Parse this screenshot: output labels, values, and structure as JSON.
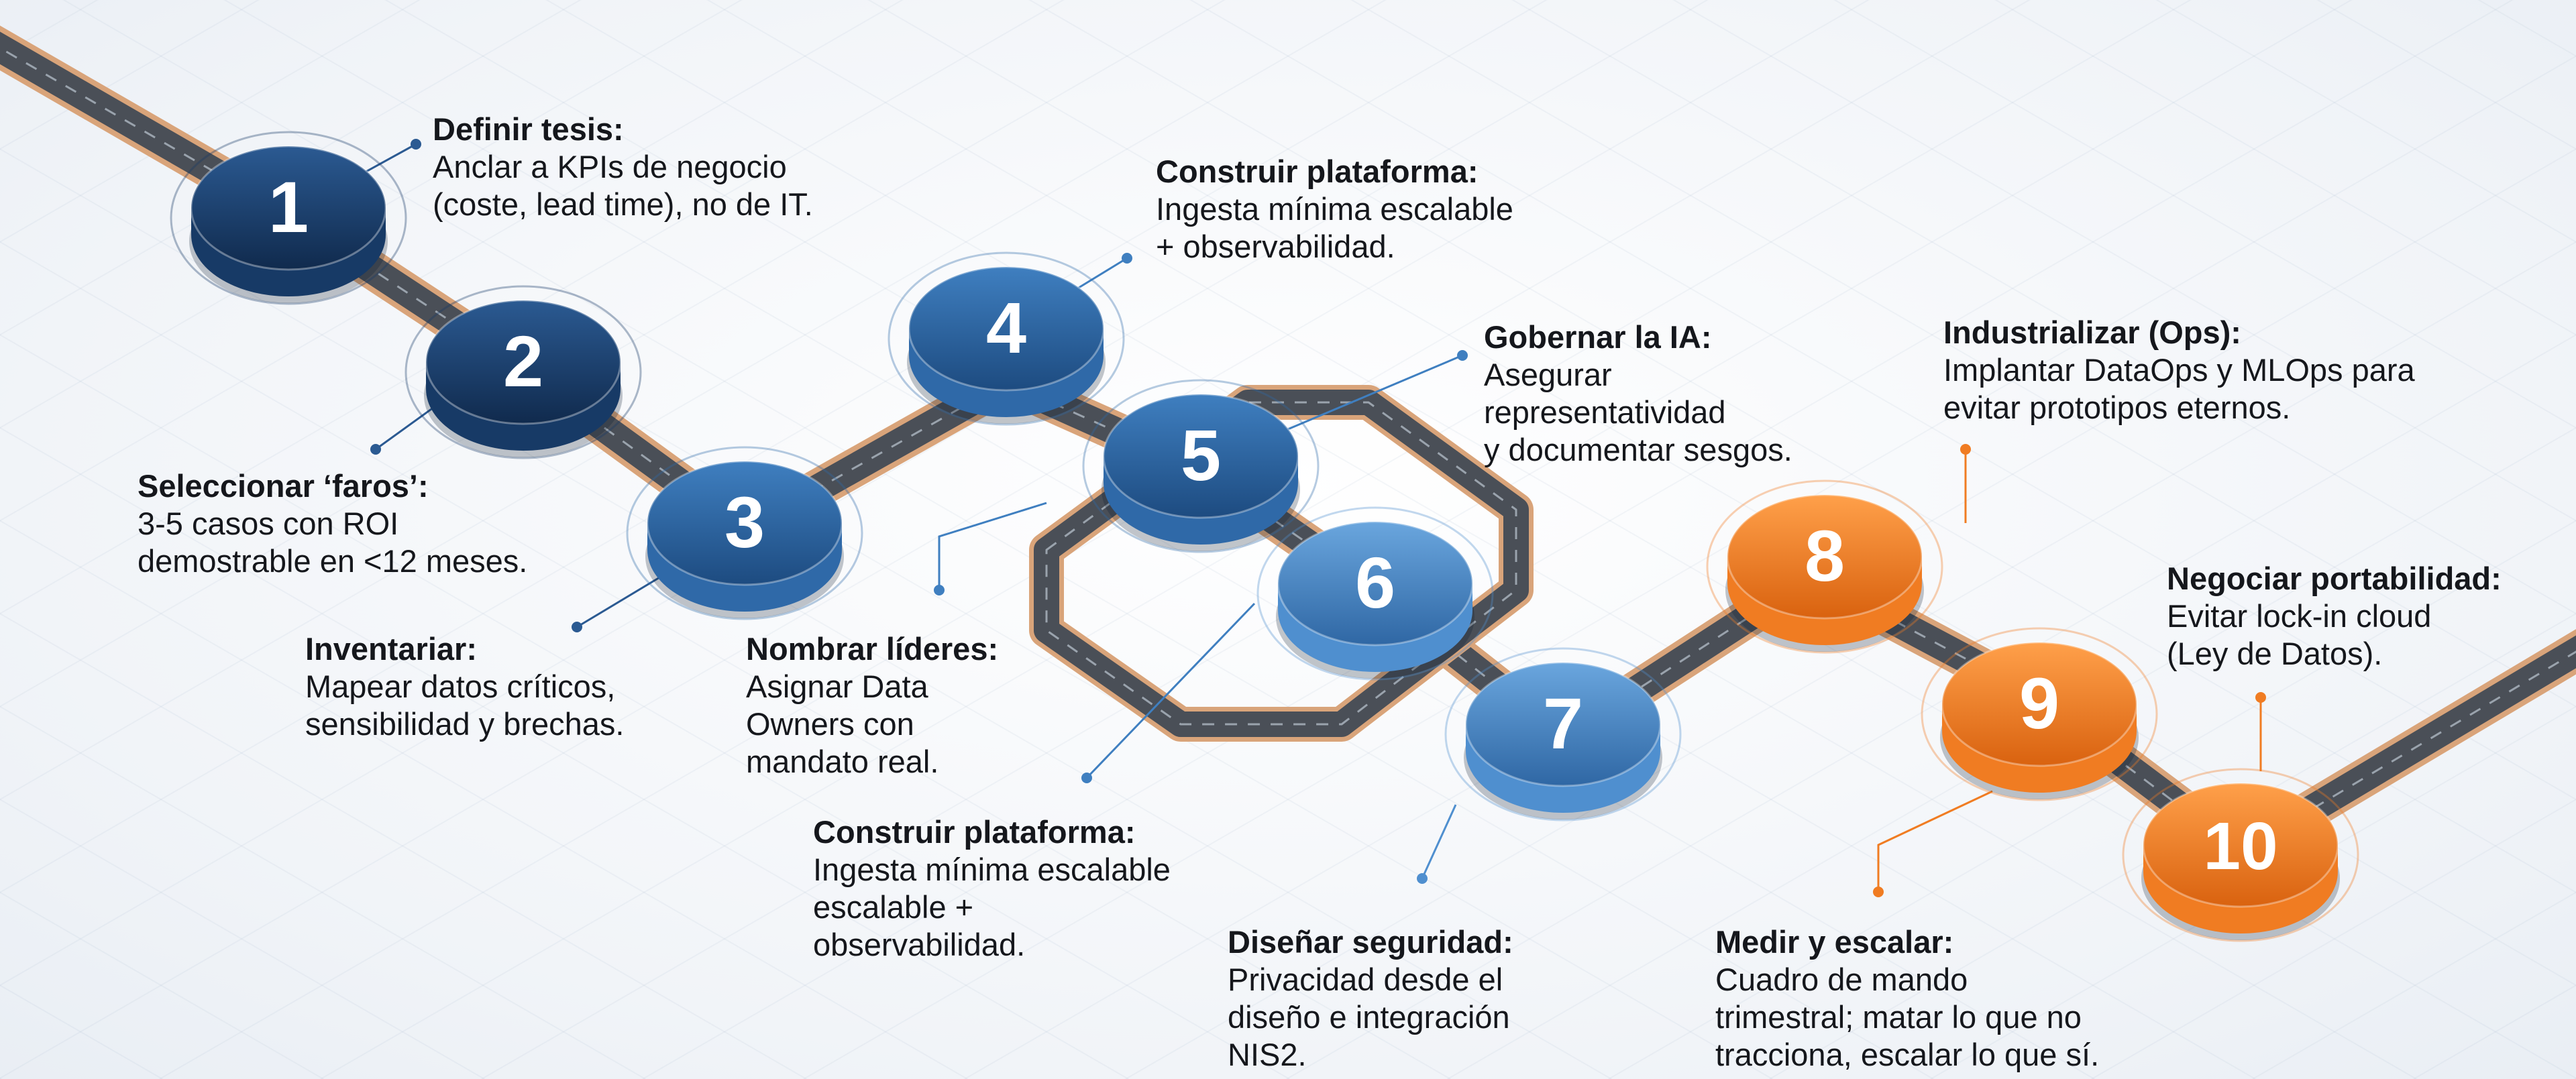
{
  "colors": {
    "blue_dark": "#173a66",
    "blue_mid": "#2f69a8",
    "blue_light": "#4f8fcf",
    "orange": "#f07c22",
    "road": "#4a4f57",
    "road_edge": "#d9a47a"
  },
  "nodes": [
    {
      "number": "1",
      "color": "blue_dark"
    },
    {
      "number": "2",
      "color": "blue_dark"
    },
    {
      "number": "3",
      "color": "blue_mid"
    },
    {
      "number": "4",
      "color": "blue_mid"
    },
    {
      "number": "5",
      "color": "blue_mid"
    },
    {
      "number": "6",
      "color": "blue_light"
    },
    {
      "number": "7",
      "color": "blue_light"
    },
    {
      "number": "8",
      "color": "orange"
    },
    {
      "number": "9",
      "color": "orange"
    },
    {
      "number": "10",
      "color": "orange"
    }
  ],
  "steps": [
    {
      "title": "Definir tesis:",
      "description": "Anclar a KPIs de negocio\n(coste, lead time), no de IT."
    },
    {
      "title": "Seleccionar ‘faros’:",
      "description": "3-5 casos con ROI\ndemostrable en <12 meses."
    },
    {
      "title": "Inventariar:",
      "description": "Mapear datos críticos,\nsensibilidad y brechas."
    },
    {
      "title": "Construir plataforma:",
      "description": "Ingesta mínima escalable\n+ observabilidad."
    },
    {
      "title": "Nombrar líderes:",
      "description": "Asignar Data\nOwners con\nmandato real."
    },
    {
      "title": "Construir plataforma:",
      "description": "Ingesta mínima escalable\nescalable +\nobservabilidad."
    },
    {
      "title": "Gobernar la IA:",
      "description": "Asegurar\nrepresentatividad\ny documentar sesgos."
    },
    {
      "title": "Diseñar seguridad:",
      "description": "Privacidad desde el\ndiseño e integración\nNIS2."
    },
    {
      "title": "Industrializar (Ops):",
      "description": "Implantar DataOps y MLOps para\nevitar prototipos eternos."
    },
    {
      "title": "Medir y escalar:",
      "description": "Cuadro de mando\ntrimestral; matar lo que no\ntracciona, escalar lo que sí."
    },
    {
      "title": "Negociar portabilidad:",
      "description": "Evitar lock-in cloud\n(Ley de Datos)."
    }
  ]
}
